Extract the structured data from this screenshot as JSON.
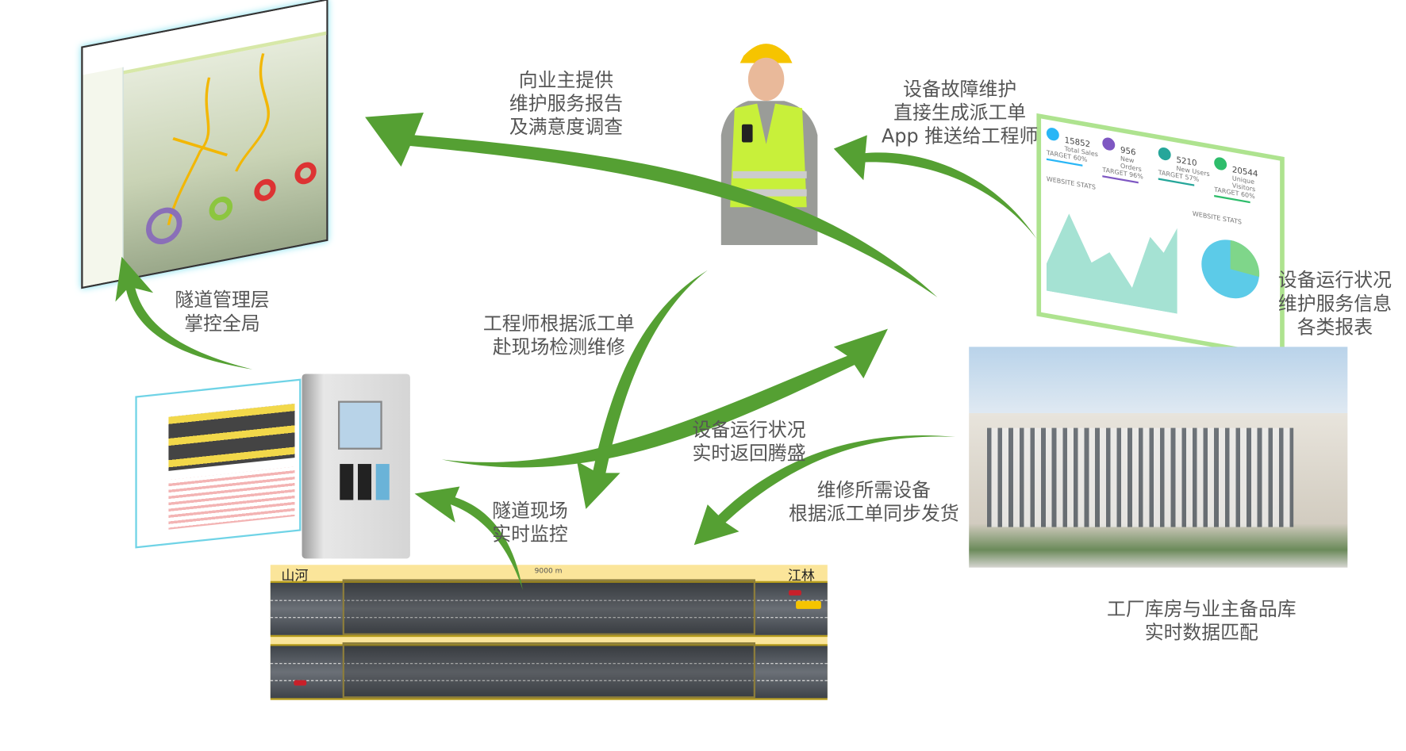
{
  "labels": {
    "report": [
      "向业主提供",
      "维护服务报告",
      "及满意度调查"
    ],
    "fault": [
      "设备故障维护",
      "直接生成派工单",
      "App 推送给工程师"
    ],
    "status_reports": [
      "设备运行状况",
      "维护服务信息",
      "各类报表"
    ],
    "management": [
      "隧道管理层",
      "掌控全局"
    ],
    "engineer": [
      "工程师根据派工单",
      "赴现场检测维修"
    ],
    "return": [
      "设备运行状况",
      "实时返回腾盛"
    ],
    "monitor": [
      "隧道现场",
      "实时监控"
    ],
    "shipping": [
      "维修所需设备",
      "根据派工单同步发货"
    ],
    "warehouse": [
      "工厂库房与业主备品库",
      "实时数据匹配"
    ]
  },
  "road": {
    "left_name": "山河",
    "right_name": "江林",
    "length": "9000 m"
  },
  "dashboard": {
    "kpis": [
      {
        "value": "15852",
        "label": "Total Sales",
        "target": "TARGET",
        "pct": "60%",
        "color": "#29b6f6"
      },
      {
        "value": "956",
        "label": "New Orders",
        "target": "TARGET",
        "pct": "96%",
        "color": "#7e57c2"
      },
      {
        "value": "5210",
        "label": "New Users",
        "target": "TARGET",
        "pct": "57%",
        "color": "#26a69a"
      },
      {
        "value": "20544",
        "label": "Unique Visitors",
        "target": "TARGET",
        "pct": "60%",
        "color": "#2ebd6b"
      }
    ],
    "section1": "WEBSITE STATS",
    "section2": "WEBSITE STATS"
  },
  "colors": {
    "arrow": "#55a033",
    "text": "#555555"
  }
}
